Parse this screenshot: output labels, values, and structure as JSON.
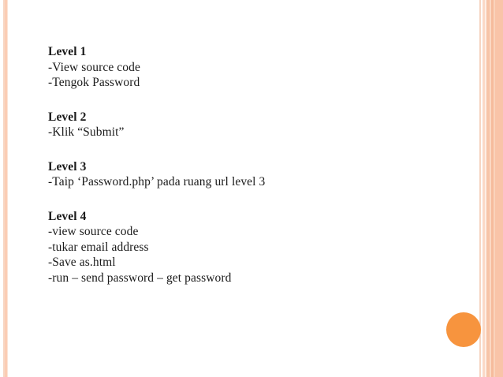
{
  "slide": {
    "background_color": "#ffffff",
    "text_color": "#1a1a1a",
    "accent_color": "#f7943e",
    "border_color": "#f9c4a8",
    "blocks": [
      {
        "title": "Level 1",
        "lines": [
          "-View source code",
          "-Tengok Password"
        ]
      },
      {
        "title": "Level 2",
        "lines": [
          "-Klik “Submit”"
        ]
      },
      {
        "title": "Level 3",
        "lines": [
          "-Taip ‘Password.php’ pada ruang url level 3"
        ]
      },
      {
        "title": "Level 4",
        "lines": [
          "-view source code",
          "-tukar email address",
          "-Save as.html",
          "-run – send password – get password"
        ]
      }
    ]
  }
}
